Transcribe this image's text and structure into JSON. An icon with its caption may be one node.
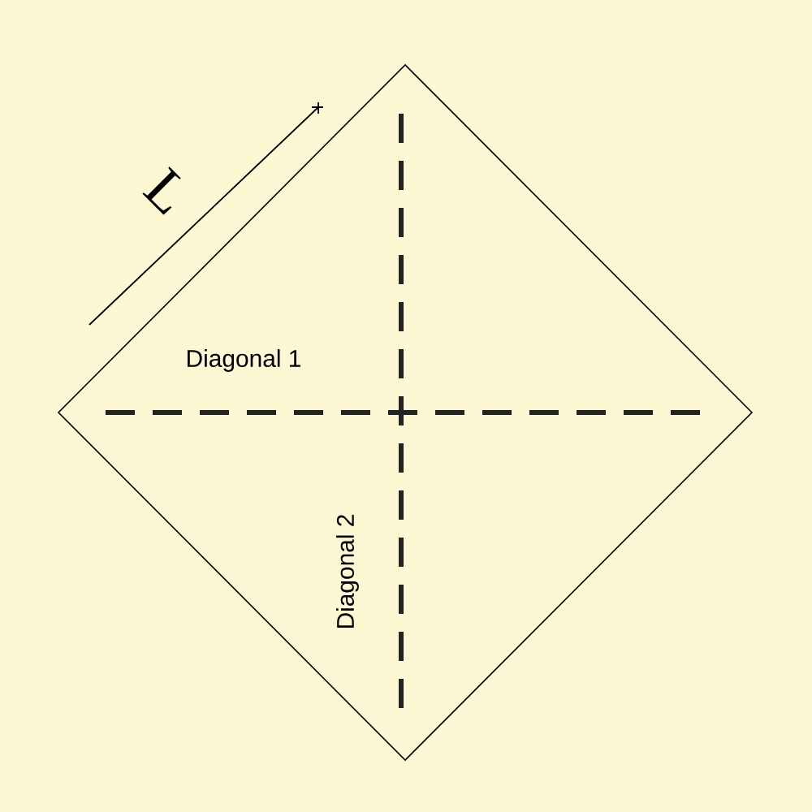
{
  "diagram": {
    "nodes": [
      {
        "text": [
          "Diagonal 1",
          "Diagonal 2"
        ]
      }
    ],
    "labels": [
      "L"
    ]
  }
}
